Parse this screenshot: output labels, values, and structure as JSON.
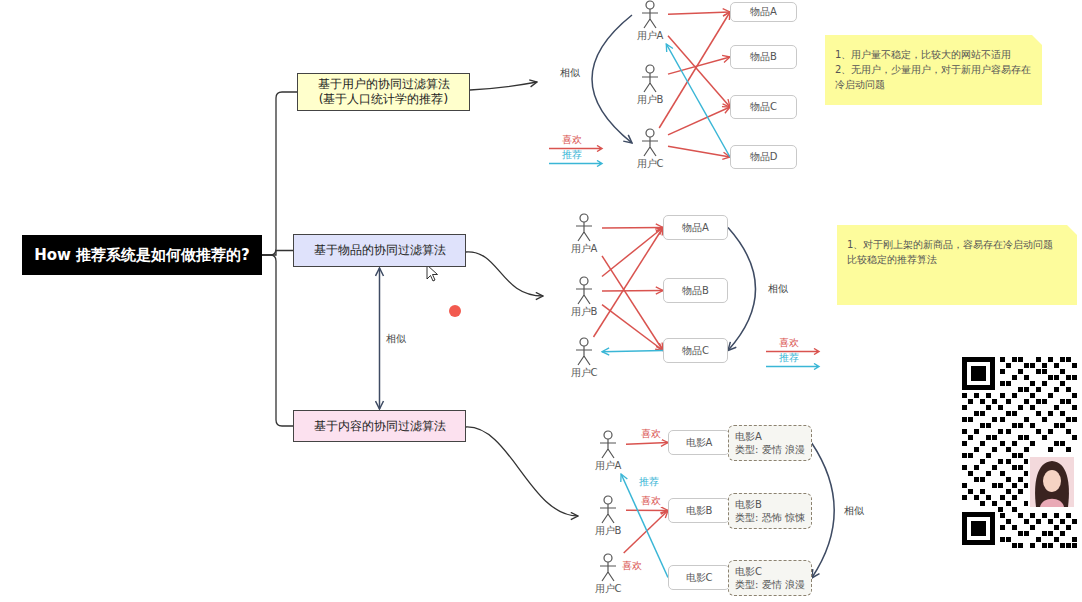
{
  "diagram": {
    "nodes": [
      {
        "text": [
          "How 推荐系统是如何做推荐的?"
        ]
      },
      {
        "text": [
          "基于用户的协同过滤算法",
          "(基于人口统计学的推荐)"
        ]
      },
      {
        "text": [
          "基于物品的协同过滤算法"
        ]
      },
      {
        "text": [
          "基于内容的协同过滤算法"
        ]
      },
      {
        "text": [
          "用户A"
        ]
      },
      {
        "text": [
          "用户B"
        ]
      },
      {
        "text": [
          "用户C"
        ]
      },
      {
        "text": [
          "物品A"
        ]
      },
      {
        "text": [
          "物品B"
        ]
      },
      {
        "text": [
          "物品C"
        ]
      },
      {
        "text": [
          "物品D"
        ]
      },
      {
        "text": [
          "1、用户量不稳定，比较大的网站不适用",
          "2、无用户，少量用户，对于新用户容易存在冷启动问题"
        ]
      },
      {
        "text": [
          "用户A"
        ]
      },
      {
        "text": [
          "用户B"
        ]
      },
      {
        "text": [
          "用户C"
        ]
      },
      {
        "text": [
          "物品A"
        ]
      },
      {
        "text": [
          "物品B"
        ]
      },
      {
        "text": [
          "物品C"
        ]
      },
      {
        "text": [
          "1、对于刚上架的新商品，容易存在冷启动问题",
          "比较稳定的推荐算法"
        ]
      },
      {
        "text": [
          "用户A"
        ]
      },
      {
        "text": [
          "用户B"
        ]
      },
      {
        "text": [
          "用户C"
        ]
      },
      {
        "text": [
          "电影A"
        ]
      },
      {
        "text": [
          "电影B"
        ]
      },
      {
        "text": [
          "电影C"
        ]
      },
      {
        "text": [
          "电影A",
          "类型: 爱情 浪漫"
        ]
      },
      {
        "text": [
          "电影B",
          "类型: 恐怖 惊悚"
        ]
      },
      {
        "text": [
          "电影C",
          "类型: 爱情 浪漫"
        ]
      }
    ],
    "edges": [
      {
        "from": 0,
        "to": 1,
        "arrow": "none"
      },
      {
        "from": 0,
        "to": 2,
        "arrow": "none"
      },
      {
        "from": 0,
        "to": 3,
        "arrow": "none"
      },
      {
        "from": 2,
        "to": 3,
        "label": "相似",
        "arrow": "both"
      },
      {
        "from": 4,
        "to": 7,
        "arrow": "to"
      },
      {
        "from": 4,
        "to": 9,
        "arrow": "to"
      },
      {
        "from": 5,
        "to": 8,
        "arrow": "to"
      },
      {
        "from": 6,
        "to": 7,
        "arrow": "to"
      },
      {
        "from": 6,
        "to": 9,
        "arrow": "to"
      },
      {
        "from": 6,
        "to": 10,
        "arrow": "to"
      },
      {
        "from": 10,
        "to": 4,
        "arrow": "to"
      },
      {
        "from": 4,
        "to": 6,
        "label": "相似",
        "arrow": "to"
      },
      {
        "from": 12,
        "to": 15,
        "arrow": "to"
      },
      {
        "from": 12,
        "to": 17,
        "arrow": "to"
      },
      {
        "from": 13,
        "to": 15,
        "arrow": "to"
      },
      {
        "from": 13,
        "to": 16,
        "arrow": "to"
      },
      {
        "from": 13,
        "to": 17,
        "arrow": "to"
      },
      {
        "from": 14,
        "to": 15,
        "arrow": "to"
      },
      {
        "from": 17,
        "to": 14,
        "arrow": "to"
      },
      {
        "from": 15,
        "to": 17,
        "label": "相似",
        "arrow": "to"
      },
      {
        "from": 19,
        "to": 22,
        "label": "喜欢",
        "arrow": "to"
      },
      {
        "from": 20,
        "to": 23,
        "label": "喜欢",
        "arrow": "to"
      },
      {
        "from": 21,
        "to": 23,
        "label": "喜欢",
        "arrow": "to"
      },
      {
        "from": 24,
        "to": 19,
        "label": "推荐",
        "arrow": "to"
      },
      {
        "from": 25,
        "to": 27,
        "label": "相似",
        "arrow": "to"
      }
    ],
    "legend": [
      {
        "text": "喜欢"
      },
      {
        "text": "推荐"
      },
      {
        "text": "喜欢"
      },
      {
        "text": "推荐"
      }
    ]
  }
}
